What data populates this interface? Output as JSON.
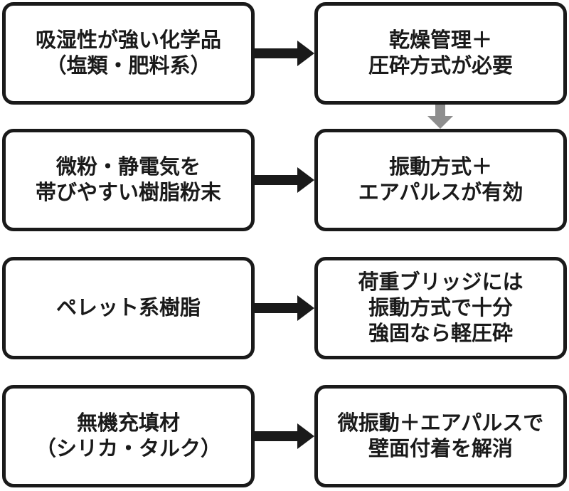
{
  "diagram": {
    "type": "flowchart",
    "colors": {
      "box_border": "#1a1a1a",
      "text": "#1a1a1a",
      "arrow_black": "#1a1a1a",
      "arrow_gray": "#8e8e8e",
      "background": "#ffffff"
    },
    "rows": [
      {
        "source": {
          "lines": [
            "吸湿性が強い化学品",
            "（塩類・肥料系）"
          ]
        },
        "result": {
          "lines": [
            "乾燥管理＋",
            "圧砕方式が必要"
          ]
        }
      },
      {
        "source": {
          "lines": [
            "微粉・静電気を",
            "帯びやすい樹脂粉末"
          ]
        },
        "result": {
          "lines": [
            "振動方式＋",
            "エアパルスが有効"
          ]
        }
      },
      {
        "source": {
          "lines": [
            "ペレット系樹脂"
          ]
        },
        "result": {
          "lines": [
            "荷重ブリッジには",
            "振動方式で十分",
            "強固なら軽圧砕"
          ]
        }
      },
      {
        "source": {
          "lines": [
            "無機充填材",
            "（シリカ・タルク）"
          ]
        },
        "result": {
          "lines": [
            "微振動＋エアパルスで",
            "壁面付着を解消"
          ]
        }
      }
    ]
  }
}
